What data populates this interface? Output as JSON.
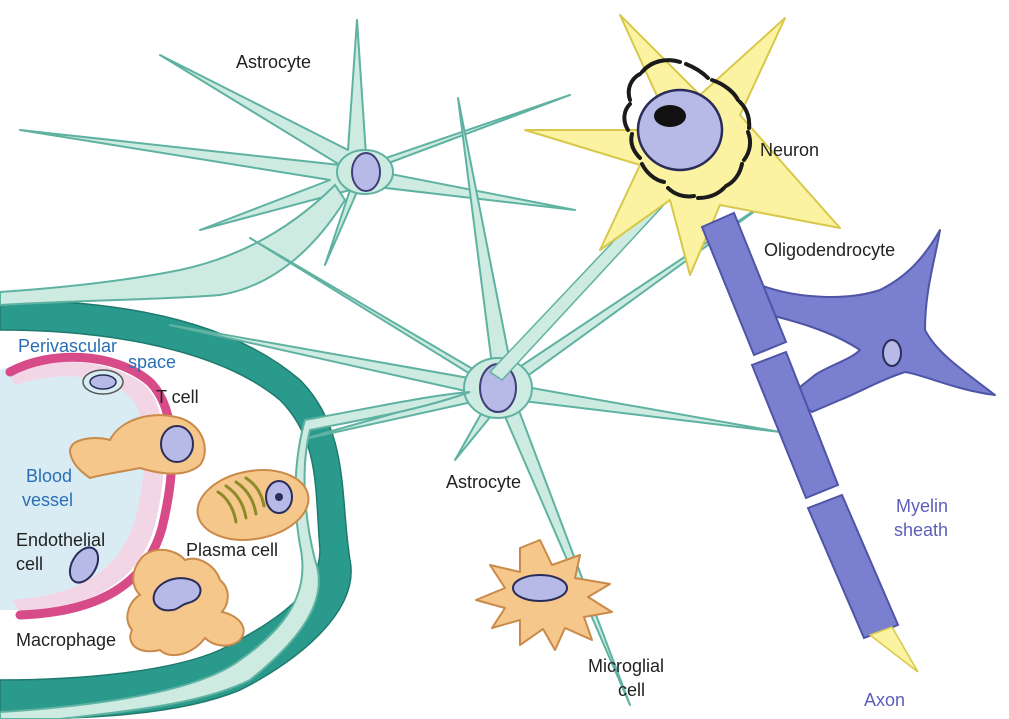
{
  "colors": {
    "astrocyte_fill": "#cdebe1",
    "astrocyte_stroke": "#5fb2a2",
    "vessel_wall": "#2a9a8c",
    "vessel_lumen": "#d9ecf3",
    "endothelium_pink": "#d84b89",
    "endothelium_light": "#f3d6e6",
    "neuron_fill": "#fbf2a2",
    "neuron_stroke": "#d8c84a",
    "nucleus_fill": "#b7b9e6",
    "oligodendrocyte_fill": "#7a80cf",
    "oligodendrocyte_stroke": "#4e54a6",
    "immune_cell_fill": "#f6c78a",
    "immune_cell_stroke": "#c98a4a",
    "label_dark": "#222222",
    "label_blue": "#2a6fb5",
    "label_purple": "#5b5fb8"
  },
  "labels": {
    "astrocyte_top": "Astrocyte",
    "astrocyte_center": "Astrocyte",
    "neuron": "Neuron",
    "oligodendrocyte": "Oligodendrocyte",
    "perivascular_line1": "Perivascular",
    "perivascular_line2": "space",
    "t_cell": "T cell",
    "blood_vessel_line1": "Blood",
    "blood_vessel_line2": "vessel",
    "endothelial_line1": "Endothelial",
    "endothelial_line2": "cell",
    "plasma_cell": "Plasma cell",
    "macrophage": "Macrophage",
    "microglial_line1": "Microglial",
    "microglial_line2": "cell",
    "myelin_line1": "Myelin",
    "myelin_line2": "sheath",
    "axon": "Axon"
  }
}
